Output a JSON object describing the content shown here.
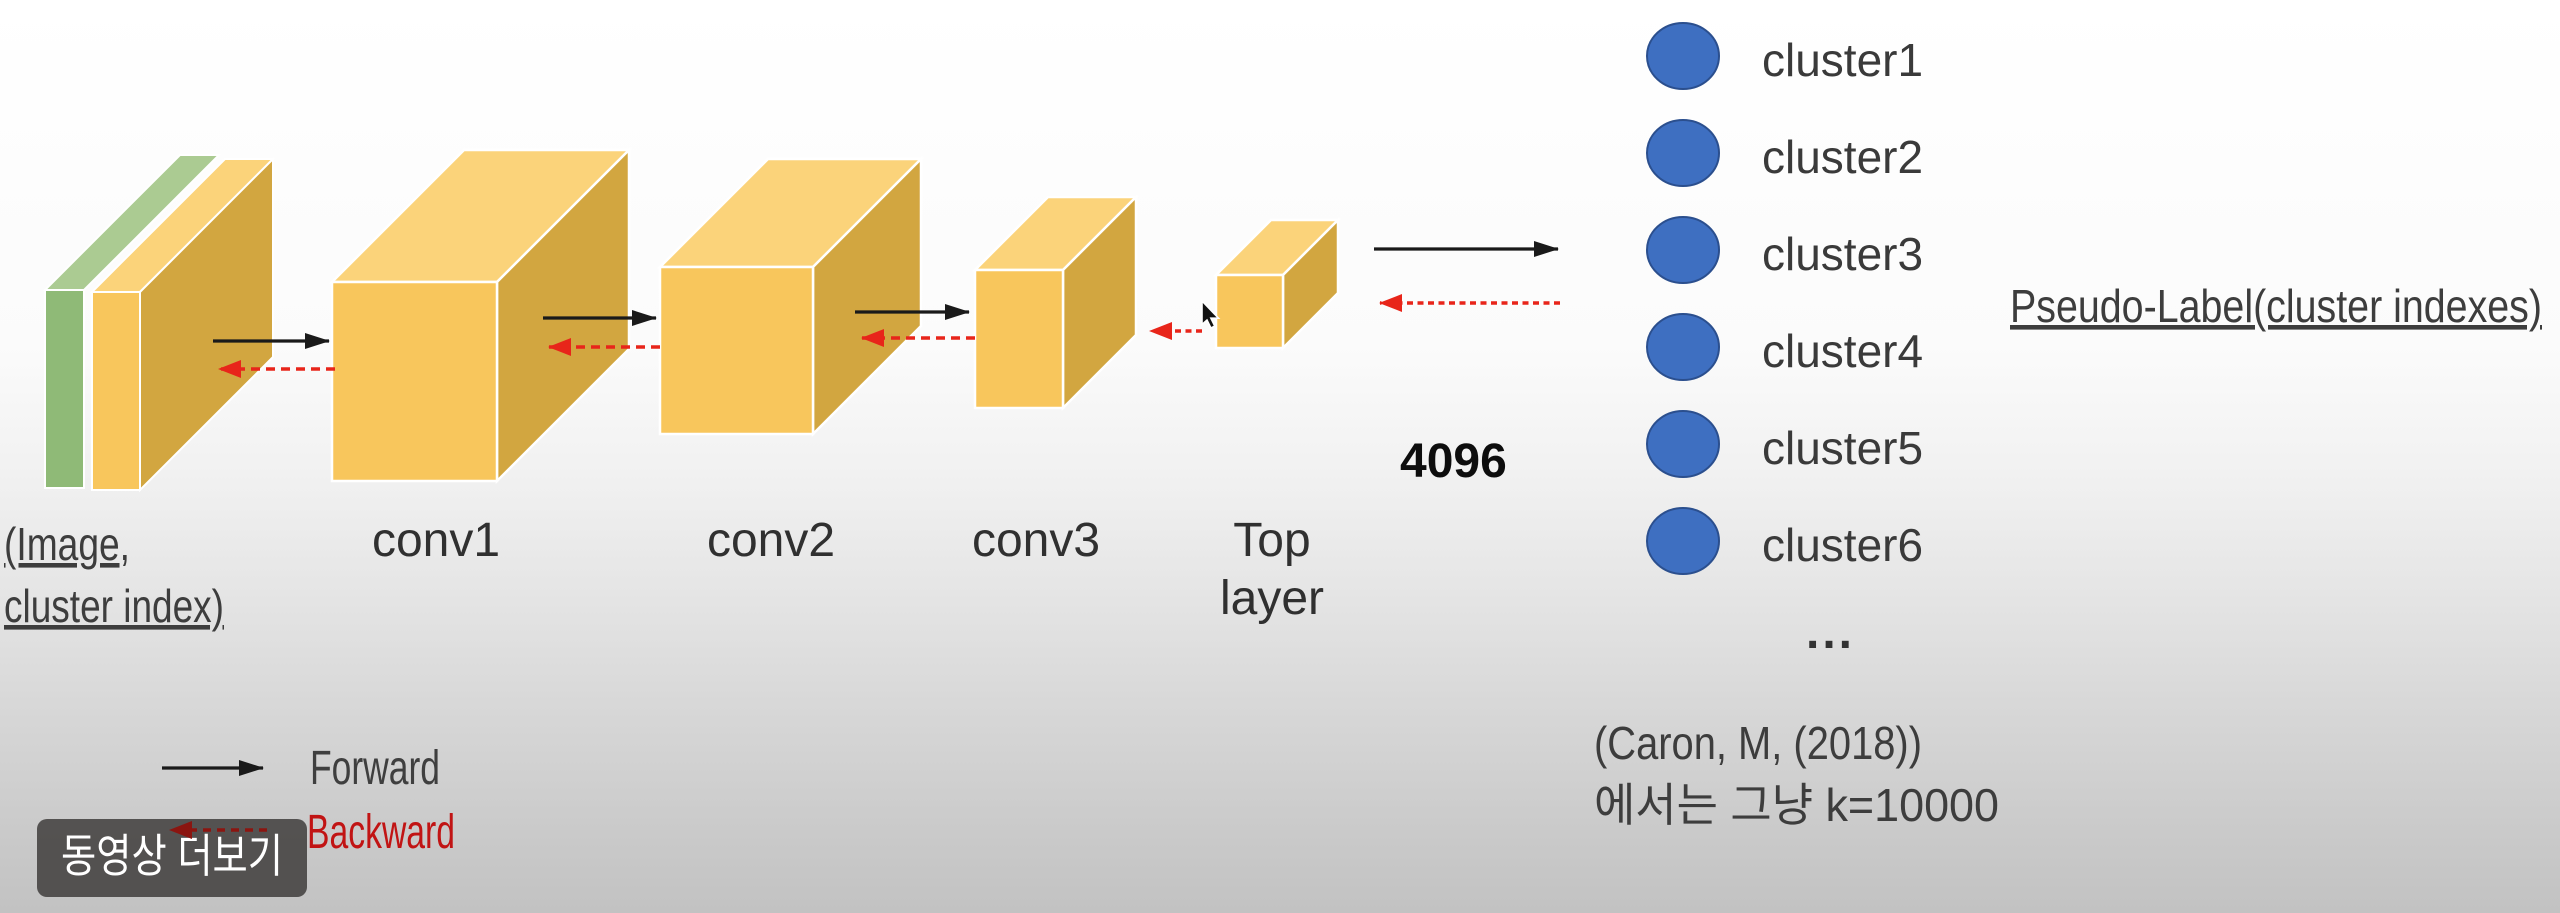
{
  "slide": {
    "input": {
      "label_line1": "(Image,",
      "label_line2": "cluster index)"
    },
    "layers": {
      "conv1": "conv1",
      "conv2": "conv2",
      "conv3": "conv3",
      "top_line1": "Top",
      "top_line2": "layer"
    },
    "feature_dim": "4096",
    "clusters": {
      "items": [
        "cluster1",
        "cluster2",
        "cluster3",
        "cluster4",
        "cluster5",
        "cluster6"
      ],
      "ellipsis": "..."
    },
    "pseudo_label": "Pseudo-Label(cluster indexes)",
    "citation_line1": "(Caron, M, (2018))",
    "citation_line2": "에서는 그냥 k=10000",
    "legend": {
      "forward": "Forward",
      "backward": "Backward"
    },
    "colors": {
      "box_top": "#FBD37A",
      "box_front": "#F8C65C",
      "box_side": "#D2A640",
      "input_green_front": "#8FBA77",
      "input_green_top": "#ABCB92",
      "cluster_fill": "#3E6FC1",
      "cluster_stroke": "#2B4F8E",
      "forward_arrow": "#1A1A1A",
      "backward_arrow": "#E8251A",
      "backward_text": "#C11414",
      "text": "#3D3D3D"
    }
  },
  "player_overlay": {
    "more_videos_button": "동영상 더보기"
  }
}
